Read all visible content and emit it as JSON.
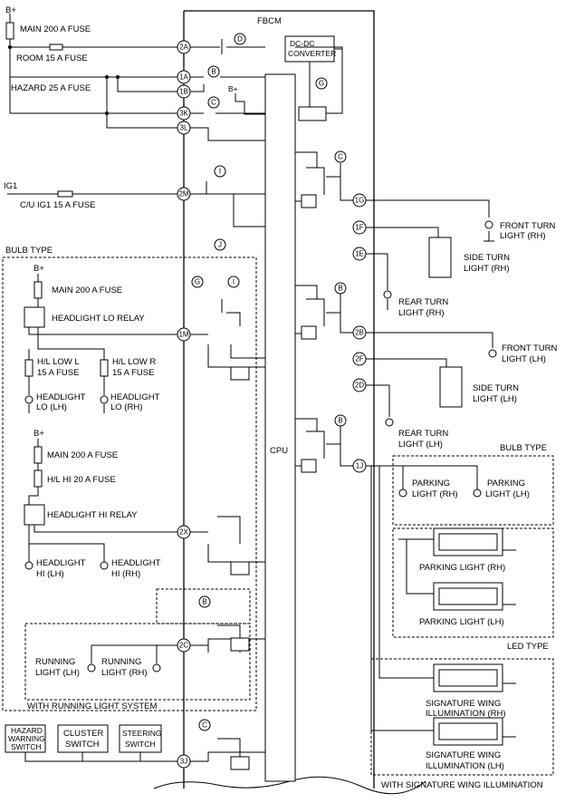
{
  "labels": {
    "fbcm": "FBCM",
    "cpu": "CPU",
    "dcdc_1": "DC-DC",
    "dcdc_2": "CONVERTER",
    "bplus": "B+",
    "main_fuse": "MAIN 200 A FUSE",
    "room_fuse": "ROOM 15 A FUSE",
    "hazard_fuse": "HAZARD 25 A FUSE",
    "ig1": "IG1",
    "cu_ig1_fuse": "C/U IG1 15 A FUSE",
    "bulb_type": "BULB TYPE",
    "led_type": "LED TYPE",
    "lo_relay": "HEADLIGHT LO RELAY",
    "hi_relay": "HEADLIGHT HI RELAY",
    "hl_low_l": "H/L LOW L",
    "hl_low_r": "H/L LOW R",
    "fuse_15": "15 A FUSE",
    "hl_hi_fuse": "H/L HI 20 A FUSE",
    "headlight": "HEADLIGHT",
    "lo_lh": "LO (LH)",
    "lo_rh": "LO (RH)",
    "hi_lh": "HI (LH)",
    "hi_rh": "HI (RH)",
    "running": "RUNNING",
    "light_lh": "LIGHT (LH)",
    "light_rh": "LIGHT (RH)",
    "with_running": "WITH RUNNING LIGHT SYSTEM",
    "hazard": "HAZARD",
    "warning": "WARNING",
    "switch": "SWITCH",
    "cluster": "CLUSTER",
    "steering": "STEERING",
    "front_turn_1": "FRONT TURN",
    "front_turn_rh_2": "LIGHT (RH)",
    "front_turn_lh_2": "LIGHT (LH)",
    "side_turn_1": "SIDE TURN",
    "side_turn_rh_2": "LIGHT (RH)",
    "side_turn_lh_2": "LIGHT (LH)",
    "rear_turn_1": "REAR TURN",
    "rear_turn_rh_2": "LIGHT (RH)",
    "rear_turn_lh_2": "LIGHT (LH)",
    "parking_1": "PARKING",
    "parking_rh_2": "LIGHT (RH)",
    "parking_lh_2": "LIGHT (LH)",
    "parking_light_rh": "PARKING LIGHT (RH)",
    "parking_light_lh": "PARKING LIGHT (LH)",
    "sig_wing": "SIGNATURE WING",
    "illum_rh": "ILLUMINATION (RH)",
    "illum_lh": "ILLUMINATION (LH)",
    "with_signature": "WITH SIGNATURE WING ILLUMINATION"
  },
  "pins": {
    "p2a": "2A",
    "p1a": "1A",
    "p1b": "1B",
    "p3k": "3K",
    "p3l": "3L",
    "p2m": "2M",
    "p1m": "1M",
    "p2x": "2X",
    "p2c": "2C",
    "p3j": "3J",
    "p1g": "1G",
    "p1f": "1F",
    "p1e": "1E",
    "p2b": "2B",
    "p2f": "2F",
    "p2d": "2D",
    "p1j": "1J"
  },
  "refs": {
    "b": "B",
    "c": "C",
    "d": "D",
    "g": "G",
    "i": "I",
    "j": "J"
  }
}
